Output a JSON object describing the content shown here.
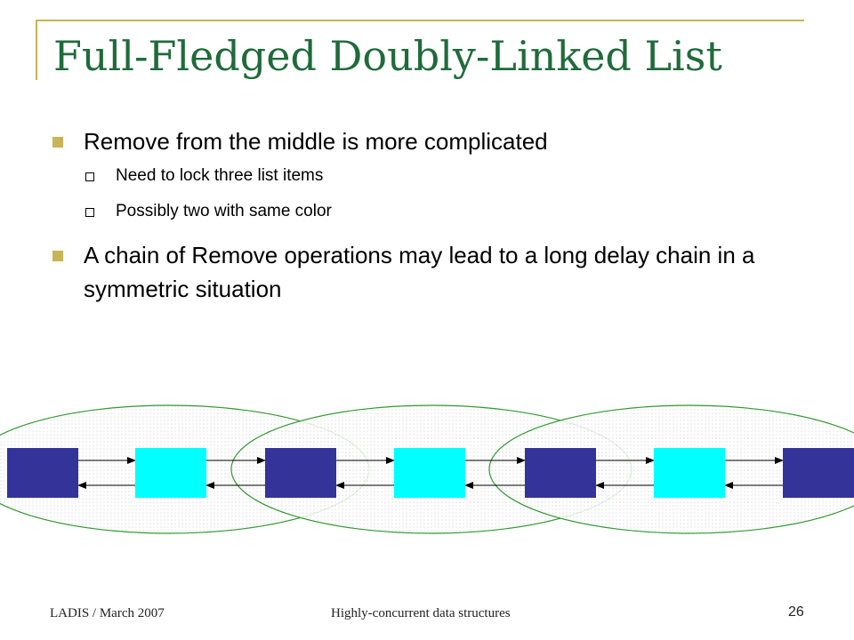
{
  "slide": {
    "title": "Full-Fledged Doubly-Linked List",
    "bullets": [
      {
        "text": "Remove from the middle is more complicated",
        "sub": [
          "Need to lock three list items",
          "Possibly two with same color"
        ]
      },
      {
        "text": "A chain of Remove operations may lead to a long delay chain in a symmetric situation"
      }
    ]
  },
  "diagram": {
    "nodes": [
      {
        "color": "#333399"
      },
      {
        "color": "#00ffff"
      },
      {
        "color": "#333399"
      },
      {
        "color": "#00ffff"
      },
      {
        "color": "#333399"
      },
      {
        "color": "#00ffff"
      },
      {
        "color": "#333399"
      }
    ],
    "ellipse_color": "#339933"
  },
  "footer": {
    "left": "LADIS / March 2007",
    "center": "Highly-concurrent data structures",
    "page_number": "26"
  },
  "theme": {
    "accent": "#c9b458",
    "title_color": "#1f6b3a"
  }
}
